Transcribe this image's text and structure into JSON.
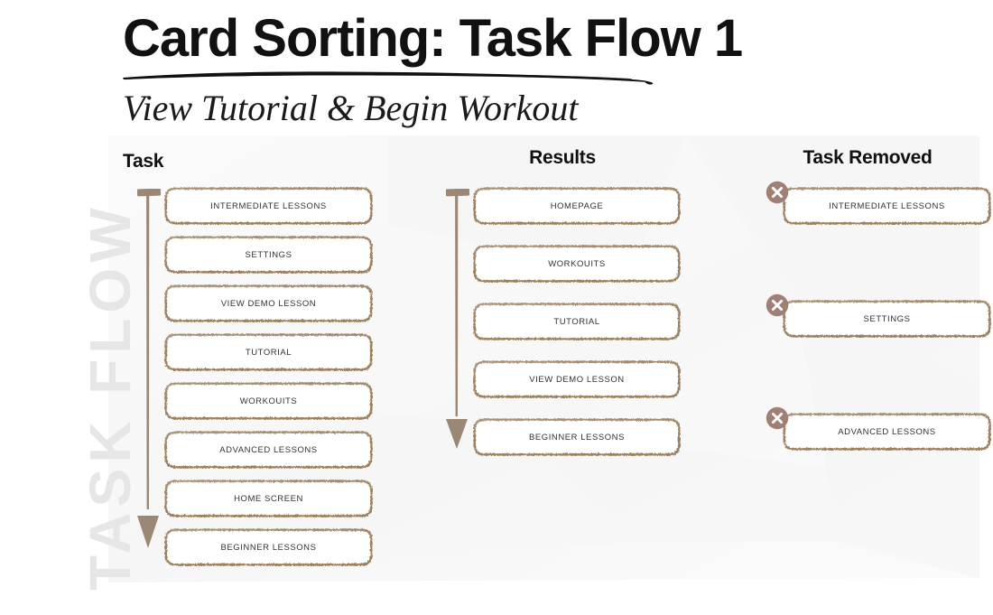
{
  "watermark": {
    "text": "TASK FLOW"
  },
  "header": {
    "title": "Card Sorting: Task Flow 1",
    "subtitle": "View Tutorial & Begin Workout"
  },
  "colors": {
    "card_border": "#9c8060",
    "arrow": "#9a8776",
    "badge": "#a07f75",
    "badge_glyph": "#ffffff",
    "card_text": "#323232",
    "heading": "#111111",
    "watermark": "#e6e6e6",
    "background": "#ffffff",
    "panel": "#f8f8f8"
  },
  "columns": [
    {
      "id": "task",
      "header": "Task",
      "has_arrow": true,
      "cards": [
        {
          "label": "INTERMEDIATE LESSONS"
        },
        {
          "label": "SETTINGS"
        },
        {
          "label": "VIEW DEMO LESSON"
        },
        {
          "label": "TUTORIAL"
        },
        {
          "label": "WORKOUITS"
        },
        {
          "label": "ADVANCED LESSONS"
        },
        {
          "label": "HOME SCREEN"
        },
        {
          "label": "BEGINNER LESSONS"
        }
      ]
    },
    {
      "id": "results",
      "header": "Results",
      "has_arrow": true,
      "cards": [
        {
          "label": "HOMEPAGE"
        },
        {
          "label": "WORKOUITS"
        },
        {
          "label": "TUTORIAL"
        },
        {
          "label": "VIEW DEMO LESSON"
        },
        {
          "label": "BEGINNER LESSONS"
        }
      ]
    },
    {
      "id": "removed",
      "header": "Task Removed",
      "has_arrow": false,
      "cards": [
        {
          "label": "INTERMEDIATE LESSONS",
          "badge": "remove-x"
        },
        {
          "label": "SETTINGS",
          "badge": "remove-x"
        },
        {
          "label": "ADVANCED LESSONS",
          "badge": "remove-x"
        }
      ]
    }
  ]
}
